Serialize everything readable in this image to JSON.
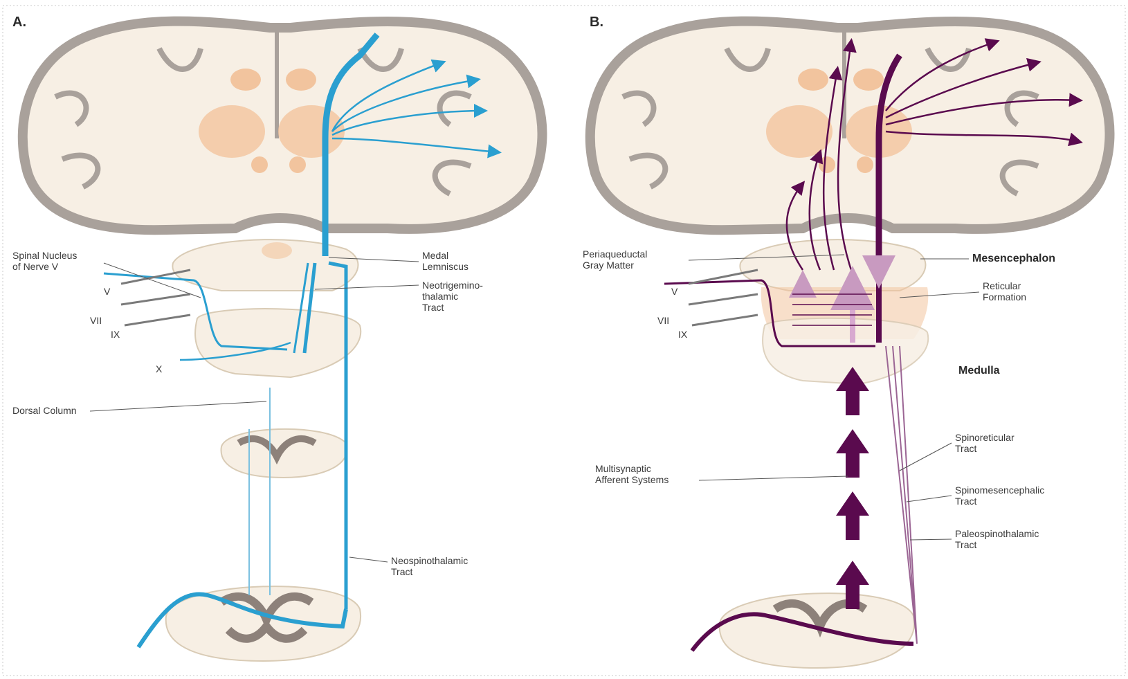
{
  "colors": {
    "panel_a_tract": "#2a9fd0",
    "panel_b_tract": "#5a0a4e",
    "panel_b_light": "#d8a9d0",
    "brain_fill": "#f7efe4",
    "cortex_gray": "#a9a19b",
    "nucleus_orange": "#f2c49e"
  },
  "panel_a": {
    "letter": "A.",
    "labels": {
      "spinal_nucleus_line1": "Spinal Nucleus",
      "spinal_nucleus_line2": "of Nerve V",
      "medial_lemniscus_line1": "Medal",
      "medial_lemniscus_line2": "Lemniscus",
      "neotrigemino_line1": "Neotrigemino-",
      "neotrigemino_line2": "thalamic",
      "neotrigemino_line3": "Tract",
      "dorsal_column": "Dorsal Column",
      "neospinothalamic_line1": "Neospinothalamic",
      "neospinothalamic_line2": "Tract",
      "nerve_v": "V",
      "nerve_vii": "VII",
      "nerve_ix": "IX",
      "nerve_x": "X"
    }
  },
  "panel_b": {
    "letter": "B.",
    "labels": {
      "periaqueductal_line1": "Periaqueductal",
      "periaqueductal_line2": "Gray Matter",
      "mesencephalon": "Mesencephalon",
      "reticular_line1": "Reticular",
      "reticular_line2": "Formation",
      "medulla": "Medulla",
      "spinoreticular_line1": "Spinoreticular",
      "spinoreticular_line2": "Tract",
      "multisynaptic_line1": "Multisynaptic",
      "multisynaptic_line2": "Afferent Systems",
      "spinomesencephalic_line1": "Spinomesencephalic",
      "spinomesencephalic_line2": "Tract",
      "paleospinothalamic_line1": "Paleospinothalamic",
      "paleospinothalamic_line2": "Tract",
      "nerve_v": "V",
      "nerve_vii": "VII",
      "nerve_ix": "IX"
    }
  }
}
